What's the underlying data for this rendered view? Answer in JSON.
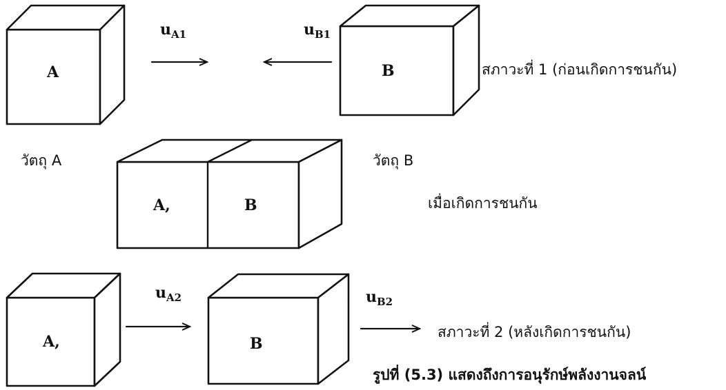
{
  "state1": {
    "box_a_label": "A",
    "box_b_label": "B",
    "velocity_a": {
      "main": "u",
      "sub": "A1"
    },
    "velocity_b": {
      "main": "u",
      "sub": "B1"
    },
    "description": "สภาวะที่ 1 (ก่อนเกิดการชนกัน)"
  },
  "collision": {
    "label_object_a": "วัตถุ A",
    "label_object_b": "วัตถุ B",
    "box_a_label": "A,",
    "box_b_label": "B",
    "description": "เมื่อเกิดการชนกัน"
  },
  "state2": {
    "box_a_label": "A,",
    "box_b_label": "B",
    "velocity_a": {
      "main": "u",
      "sub": "A2"
    },
    "velocity_b": {
      "main": "u",
      "sub": "B2"
    },
    "description": "สภาวะที่ 2 (หลังเกิดการชนกัน)"
  },
  "caption": "รูปที่ (5.3) แสดงถึงการอนุรักษ์พลังงานจลน์"
}
